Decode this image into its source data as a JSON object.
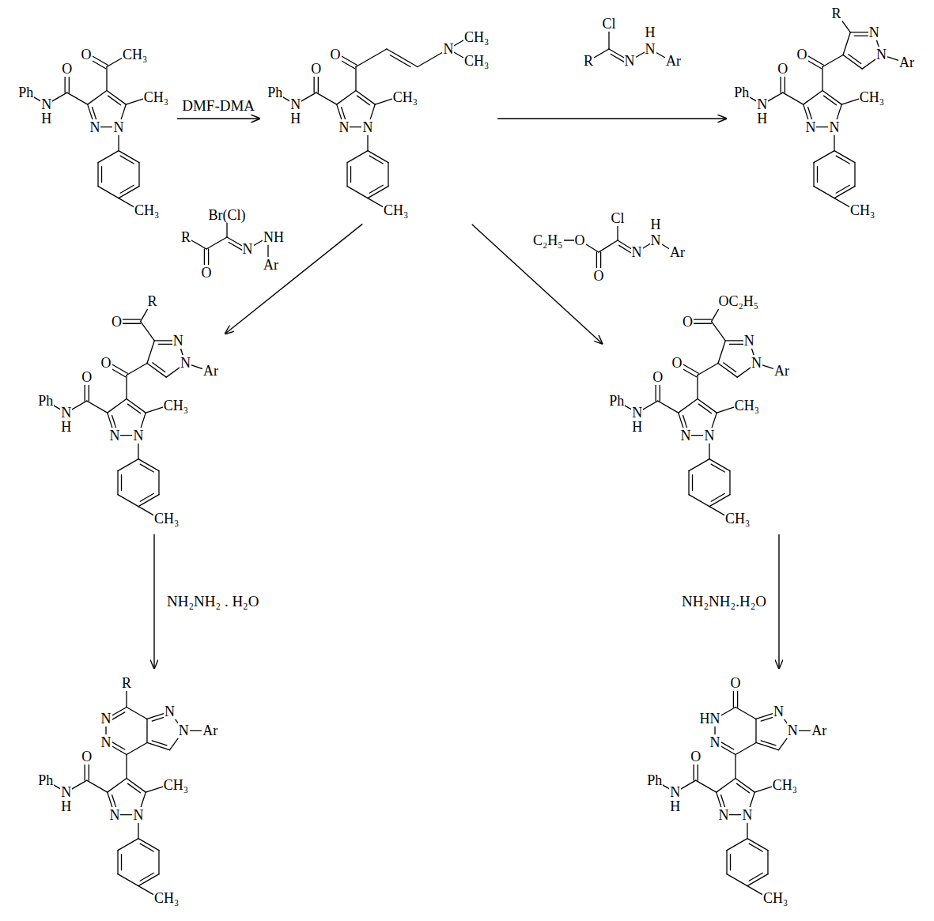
{
  "diagram": {
    "nodes": [
      {
        "text": [
          "O",
          "CH₃",
          "O",
          "Ph",
          "N",
          "H",
          "CH₃",
          "N",
          "N",
          "CH₃"
        ]
      },
      {
        "text": [
          "O",
          "CH₃",
          "N",
          "CH₃",
          "O",
          "Ph",
          "N",
          "H",
          "CH₃",
          "N",
          "N",
          "CH₃"
        ]
      },
      {
        "text": [
          "R",
          "N",
          "N",
          "Ar",
          "O",
          "O",
          "Ph",
          "N",
          "H",
          "CH₃",
          "N",
          "N",
          "CH₃"
        ]
      },
      {
        "text": [
          "R",
          "O",
          "N",
          "N",
          "Ar",
          "O",
          "O",
          "Ph",
          "N",
          "H",
          "CH₃",
          "N",
          "N",
          "CH₃"
        ]
      },
      {
        "text": [
          "OC₂H₅",
          "O",
          "N",
          "N",
          "Ar",
          "O",
          "O",
          "Ph",
          "N",
          "H",
          "CH₃",
          "N",
          "N",
          "CH₃"
        ]
      },
      {
        "text": [
          "R",
          "N",
          "N",
          "N",
          "Ar",
          "N",
          "O",
          "Ph",
          "N",
          "H",
          "CH₃",
          "N",
          "N",
          "CH₃"
        ]
      },
      {
        "text": [
          "O",
          "N",
          "HN",
          "N",
          "Ar",
          "N",
          "O",
          "Ph",
          "N",
          "H",
          "CH₃",
          "N",
          "N",
          "CH₃"
        ]
      }
    ],
    "edges": [
      {
        "from": 0,
        "to": 1,
        "arrow": "to",
        "label": "DMF-DMA"
      },
      {
        "from": 1,
        "to": 2,
        "arrow": "to"
      },
      {
        "from": 1,
        "to": 3,
        "arrow": "to"
      },
      {
        "from": 1,
        "to": 4,
        "arrow": "to"
      },
      {
        "from": 3,
        "to": 5,
        "arrow": "to",
        "label": "NH₂NH₂ . H₂O"
      },
      {
        "from": 4,
        "to": 6,
        "arrow": "to",
        "label": "NH₂NH₂.H₂O"
      }
    ],
    "labels": [
      "Cl",
      "H",
      "R",
      "N",
      "N",
      "Ar",
      "Br(Cl)",
      "R",
      "NH",
      "N",
      "Ar",
      "O",
      "Cl",
      "H",
      "C₂H₅",
      "O",
      "N",
      "N",
      "Ar",
      "O"
    ]
  }
}
